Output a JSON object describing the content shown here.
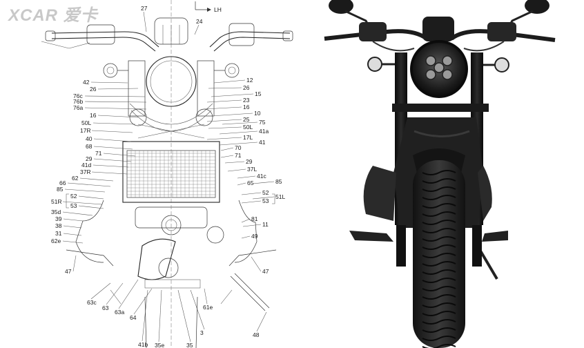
{
  "watermark": "XCAR 爱卡",
  "direction_label": "LH",
  "left_callouts": [
    {
      "id": "42",
      "text": "42"
    },
    {
      "id": "26",
      "text": "26"
    },
    {
      "id": "76c",
      "text": "76c"
    },
    {
      "id": "76b",
      "text": "76b"
    },
    {
      "id": "76a",
      "text": "76a"
    },
    {
      "id": "16",
      "text": "16"
    },
    {
      "id": "50L",
      "text": "50L"
    },
    {
      "id": "17R",
      "text": "17R"
    },
    {
      "id": "40",
      "text": "40"
    },
    {
      "id": "68",
      "text": "68"
    },
    {
      "id": "71",
      "text": "71"
    },
    {
      "id": "29",
      "text": "29"
    },
    {
      "id": "41d",
      "text": "41d"
    },
    {
      "id": "37R",
      "text": "37R"
    },
    {
      "id": "62",
      "text": "62"
    },
    {
      "id": "66",
      "text": "66"
    },
    {
      "id": "85",
      "text": "85"
    },
    {
      "id": "52",
      "text": "52"
    },
    {
      "id": "51R",
      "text": "51R"
    },
    {
      "id": "53",
      "text": "53"
    },
    {
      "id": "35d",
      "text": "35d"
    },
    {
      "id": "39",
      "text": "39"
    },
    {
      "id": "38",
      "text": "38"
    },
    {
      "id": "31",
      "text": "31"
    },
    {
      "id": "62e",
      "text": "62e"
    },
    {
      "id": "47",
      "text": "47"
    }
  ],
  "right_callouts": [
    {
      "id": "12",
      "text": "12"
    },
    {
      "id": "26",
      "text": "26"
    },
    {
      "id": "15",
      "text": "15"
    },
    {
      "id": "23",
      "text": "23"
    },
    {
      "id": "16",
      "text": "16"
    },
    {
      "id": "10",
      "text": "10"
    },
    {
      "id": "25",
      "text": "25"
    },
    {
      "id": "75",
      "text": "75"
    },
    {
      "id": "50L",
      "text": "50L"
    },
    {
      "id": "41a",
      "text": "41a"
    },
    {
      "id": "17L",
      "text": "17L"
    },
    {
      "id": "41",
      "text": "41"
    },
    {
      "id": "70",
      "text": "70"
    },
    {
      "id": "71",
      "text": "71"
    },
    {
      "id": "29",
      "text": "29"
    },
    {
      "id": "37L",
      "text": "37L"
    },
    {
      "id": "41c",
      "text": "41c"
    },
    {
      "id": "65",
      "text": "65"
    },
    {
      "id": "85",
      "text": "85"
    },
    {
      "id": "52",
      "text": "52"
    },
    {
      "id": "51L",
      "text": "51L"
    },
    {
      "id": "53",
      "text": "53"
    },
    {
      "id": "81",
      "text": "81"
    },
    {
      "id": "11",
      "text": "11"
    },
    {
      "id": "49",
      "text": "49"
    },
    {
      "id": "47",
      "text": "47"
    }
  ],
  "top_callouts": [
    {
      "id": "27",
      "text": "27"
    },
    {
      "id": "24",
      "text": "24"
    }
  ],
  "bottom_callouts": [
    {
      "id": "63c",
      "text": "63c"
    },
    {
      "id": "63",
      "text": "63"
    },
    {
      "id": "63a",
      "text": "63a"
    },
    {
      "id": "64",
      "text": "64"
    },
    {
      "id": "61e",
      "text": "61e"
    },
    {
      "id": "3",
      "text": "3"
    },
    {
      "id": "48",
      "text": "48"
    },
    {
      "id": "41b",
      "text": "41b"
    },
    {
      "id": "35e",
      "text": "35e"
    },
    {
      "id": "35",
      "text": "35"
    }
  ]
}
